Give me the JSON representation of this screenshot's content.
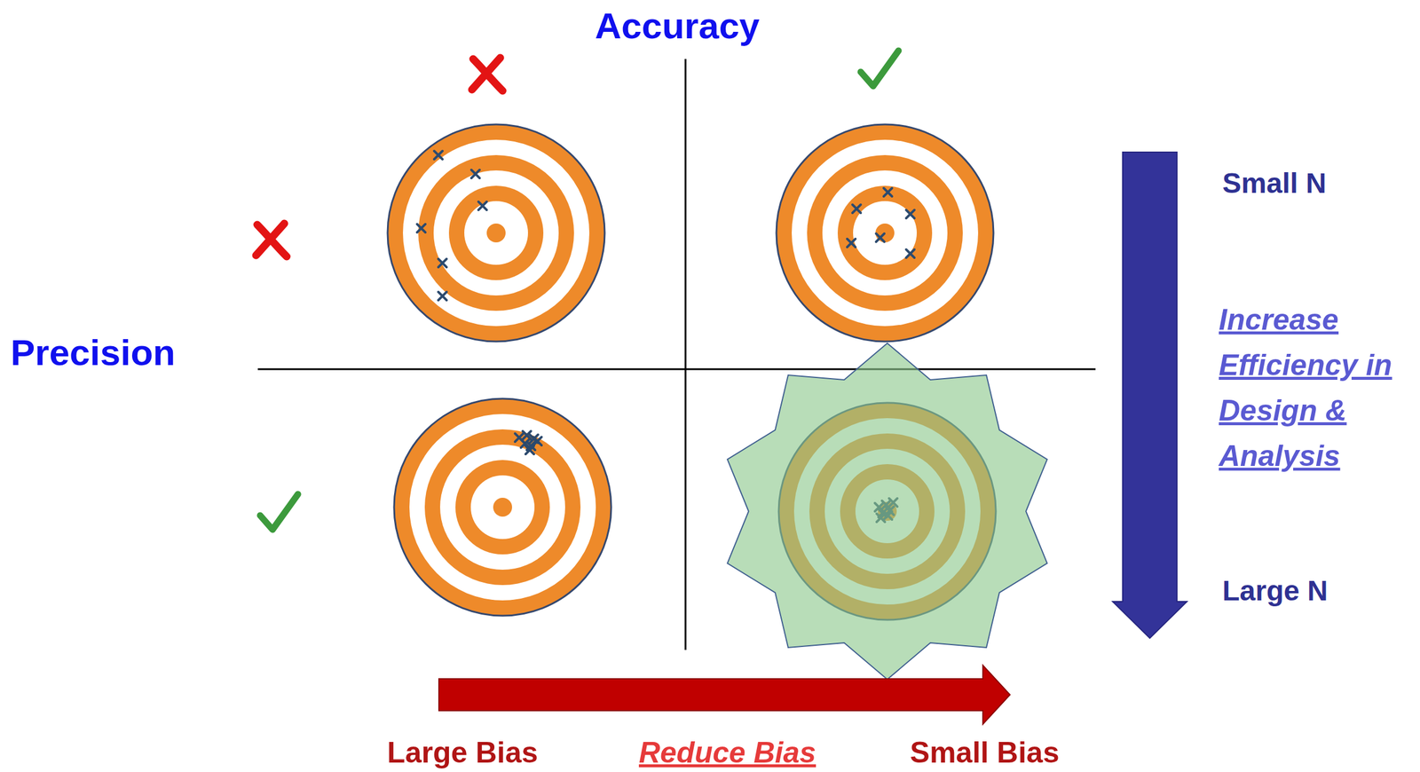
{
  "diagram": {
    "labels": [
      "Accuracy",
      "Precision",
      "Small N",
      "Increase Efficiency in Design & Analysis",
      "Large N",
      "Large Bias",
      "Reduce Bias",
      "Small Bias"
    ]
  }
}
